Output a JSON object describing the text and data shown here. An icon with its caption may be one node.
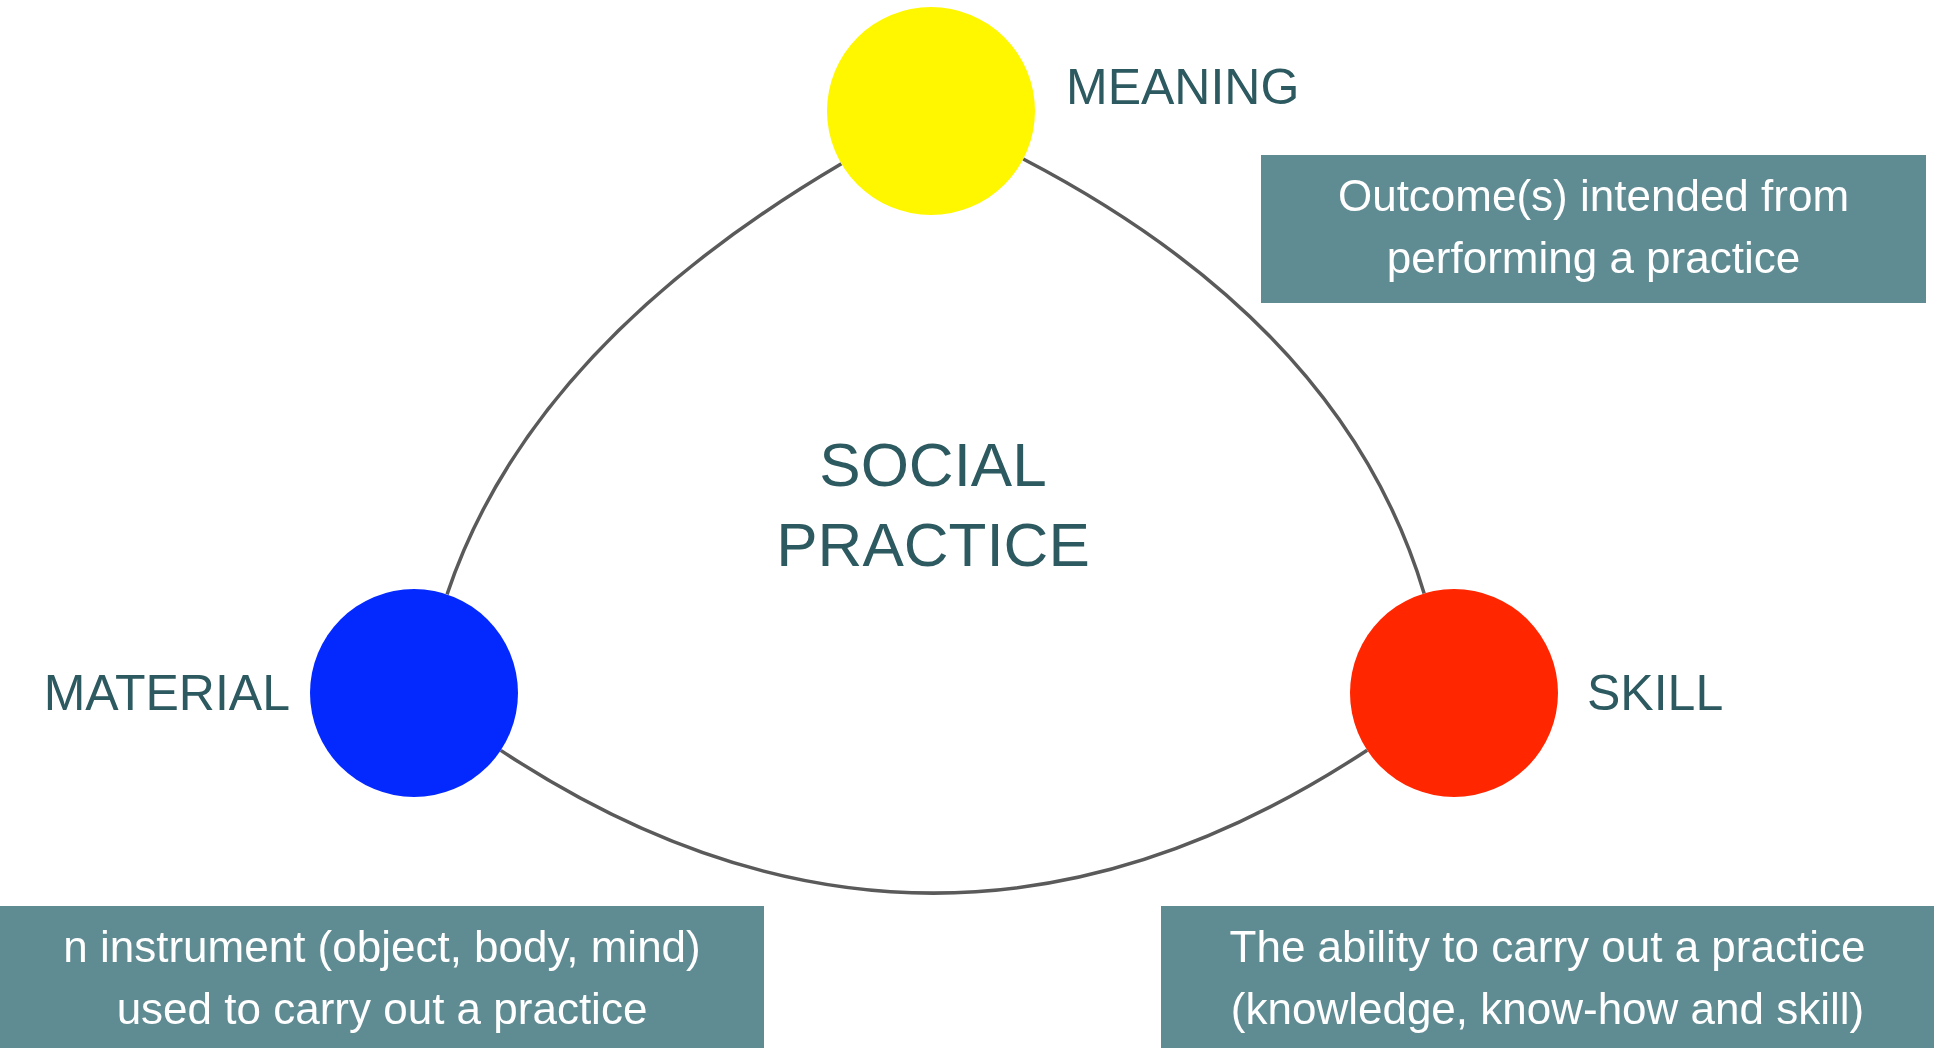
{
  "diagram": {
    "nodes": [
      {
        "text": [
          "MEANING"
        ]
      },
      {
        "text": [
          "MATERIAL"
        ]
      },
      {
        "text": [
          "SKILL"
        ]
      },
      {
        "text": [
          "Outcome(s) intended from performing a practice"
        ]
      },
      {
        "text": [
          "n instrument (object, body, mind) used to carry out a practice"
        ]
      },
      {
        "text": [
          "The ability to carry out a practice (knowledge, know-how and skill)"
        ]
      }
    ],
    "edges": [
      {
        "from": 0,
        "to": 1,
        "arrow": "none"
      },
      {
        "from": 1,
        "to": 2,
        "arrow": "none"
      },
      {
        "from": 2,
        "to": 0,
        "arrow": "none"
      }
    ],
    "labels": [
      "SOCIAL PRACTICE"
    ]
  }
}
